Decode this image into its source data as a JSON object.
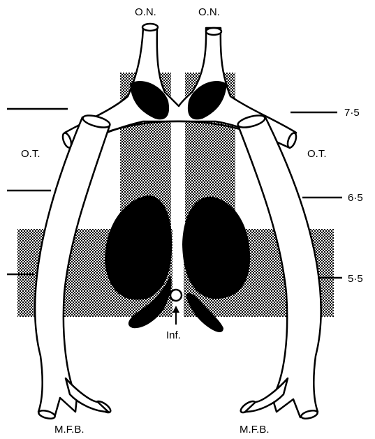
{
  "labels": {
    "on_left": "O.N.",
    "on_right": "O.N.",
    "ot_left": "O.T.",
    "ot_right": "O.T.",
    "mfb_left": "M.F.B.",
    "mfb_right": "M.F.B.",
    "inf": "Inf."
  },
  "levels": {
    "top": "7·5",
    "middle": "6·5",
    "bottom": "5·5"
  },
  "colors": {
    "ink": "#000000",
    "paper": "#ffffff",
    "stipple": "#7a7a7a"
  }
}
